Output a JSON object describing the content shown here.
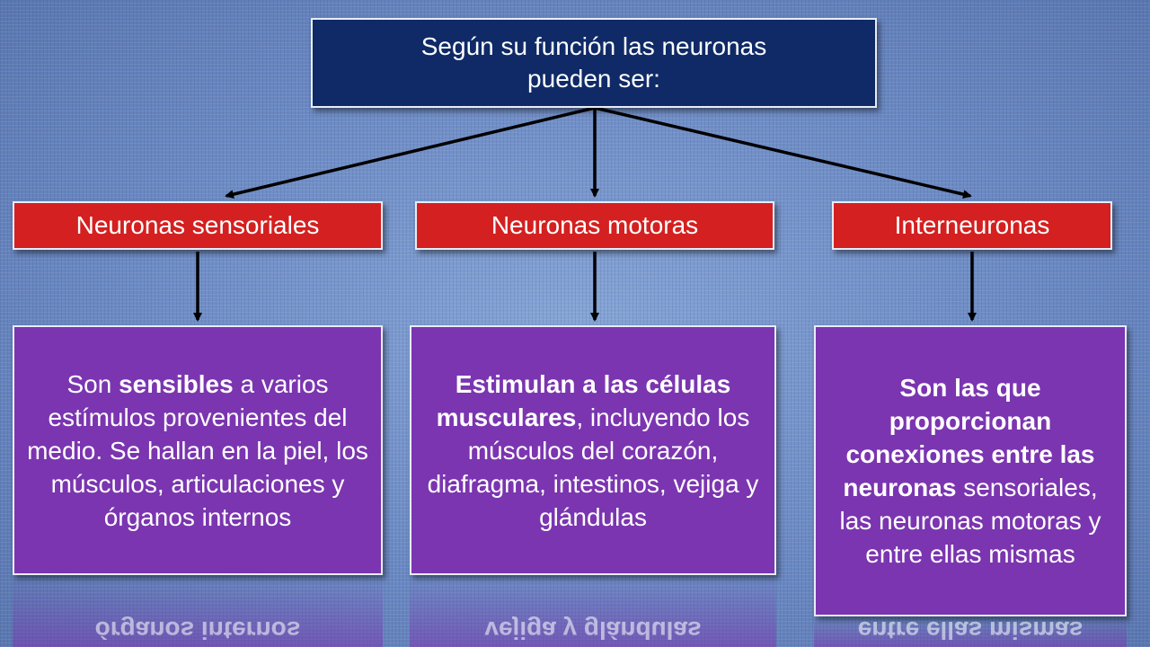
{
  "title": {
    "line1": "Según su función las neuronas",
    "line2": "pueden ser:"
  },
  "categories": [
    {
      "label": "Neuronas sensoriales"
    },
    {
      "label": "Neuronas motoras"
    },
    {
      "label": "Interneuronas"
    }
  ],
  "descriptions": [
    {
      "parts": [
        {
          "text": "Son ",
          "bold": false
        },
        {
          "text": "sensibles",
          "bold": true
        },
        {
          "text": " a varios estímulos provenientes del medio. Se hallan en la piel, los músculos, articulaciones y órganos internos",
          "bold": false
        }
      ]
    },
    {
      "parts": [
        {
          "text": "Estimulan a las células musculares",
          "bold": true
        },
        {
          "text": ", incluyendo los músculos del corazón, diafragma, intestinos, vejiga y glándulas",
          "bold": false
        }
      ]
    },
    {
      "parts": [
        {
          "text": "Son las que proporcionan conexiones entre las neuronas",
          "bold": true
        },
        {
          "text": " sensoriales, las neuronas motoras y entre ellas mismas",
          "bold": false
        }
      ]
    }
  ],
  "reflections": [
    {
      "text": "órganos internos"
    },
    {
      "text": "vejiga y glándulas"
    },
    {
      "text": "entre ellas mismas"
    }
  ],
  "colors": {
    "background": "#6f8fc7",
    "title_box": "#0f2a66",
    "category_box": "#d42020",
    "description_box": "#7b35b0",
    "arrow": "#000000"
  }
}
